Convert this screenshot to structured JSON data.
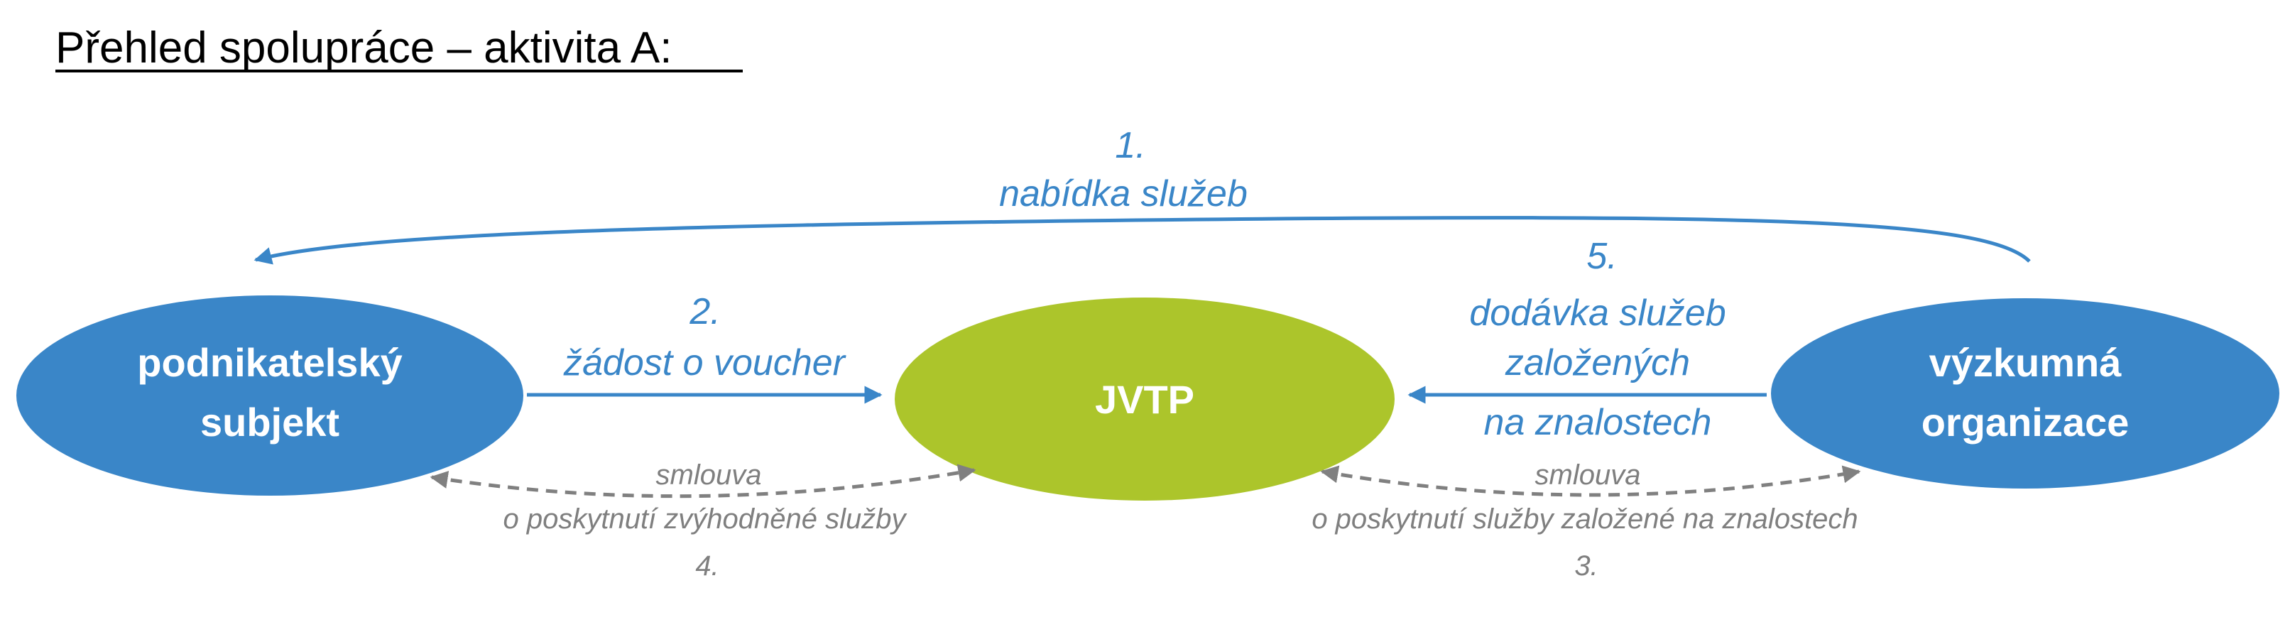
{
  "title": "Přehled spolupráce – aktivita A:",
  "colors": {
    "entity_blue": "#3a86c8",
    "center_green": "#acc52b",
    "label_blue": "#3a86c8",
    "contract_grey": "#7f7f7f"
  },
  "nodes": {
    "business": {
      "line1": "podnikatelský",
      "line2": "subjekt"
    },
    "center": {
      "label": "JVTP"
    },
    "research": {
      "line1": "výzkumná",
      "line2": "organizace"
    }
  },
  "flows": {
    "offer": {
      "number": "1.",
      "text": "nabídka služeb"
    },
    "voucher": {
      "number": "2.",
      "text": "žádost o voucher"
    },
    "delivery": {
      "number": "5.",
      "line1": "dodávka služeb",
      "line2": "založených",
      "line3": "na znalostech"
    }
  },
  "contracts": {
    "left": {
      "line1": "smlouva",
      "line2": "o poskytnutí zvýhodněné služby",
      "number": "4."
    },
    "right": {
      "line1": "smlouva",
      "line2": "o poskytnutí služby založené na znalostech",
      "number": "3."
    }
  }
}
